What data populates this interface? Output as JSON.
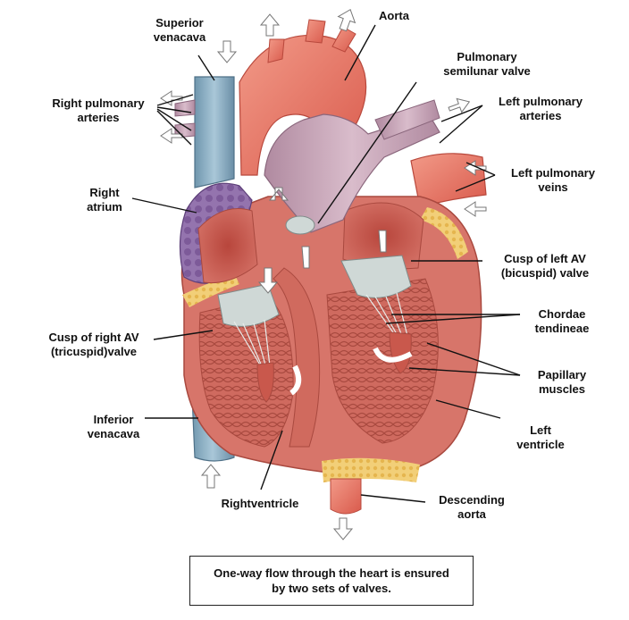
{
  "labels": {
    "superior_vena_cava": [
      "Superior",
      "venacava"
    ],
    "aorta": [
      "Aorta"
    ],
    "pulmonary_semilunar_valve": [
      "Pulmonary",
      "semilunar valve"
    ],
    "right_pulmonary_arteries": [
      "Right pulmonary",
      "arteries"
    ],
    "left_pulmonary_arteries": [
      "Left pulmonary",
      "arteries"
    ],
    "left_pulmonary_veins": [
      "Left pulmonary",
      "veins"
    ],
    "right_atrium": [
      "Right",
      "atrium"
    ],
    "cusp_left_av": [
      "Cusp of left AV",
      "(bicuspid) valve"
    ],
    "chordae_tendineae": [
      "Chordae",
      "tendineae"
    ],
    "cusp_right_av": [
      "Cusp of right AV",
      "(tricuspid)valve"
    ],
    "papillary_muscles": [
      "Papillary",
      "muscles"
    ],
    "inferior_vena_cava": [
      "Inferior",
      "venacava"
    ],
    "left_ventricle": [
      "Left",
      "ventricle"
    ],
    "right_ventricle": [
      "Rightventricle"
    ],
    "descending_aorta": [
      "Descending",
      "aorta"
    ]
  },
  "caption": [
    "One-way flow through the heart is ensured",
    "by two sets of valves."
  ],
  "colors": {
    "vena_cava": "#8fb3c8",
    "aorta": "#e9776a",
    "pulmonary_trunk": "#c7a3b5",
    "myocardium": "#d9706a",
    "chamber": "#c65c52",
    "right_atrium_surface": "#8e6aa8",
    "fat": "#f0c86a",
    "valve_cusp": "#cfd8d6"
  }
}
